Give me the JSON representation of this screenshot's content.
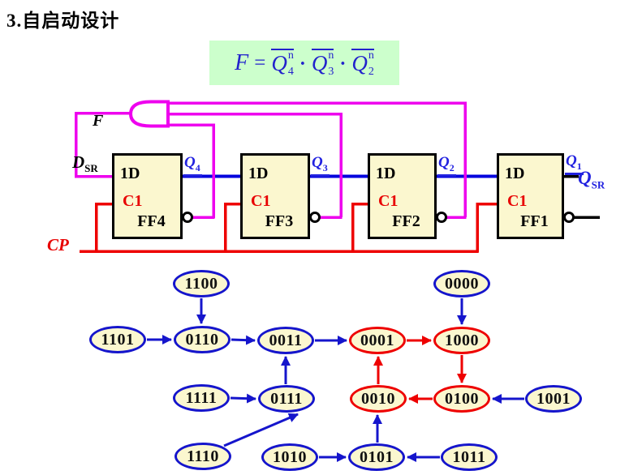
{
  "title": "3.自启动设计",
  "formula": {
    "lhs": "F",
    "equals": "=",
    "dot": "·",
    "terms": [
      {
        "base": "Q",
        "sup": "n",
        "sub": "4",
        "overline": true
      },
      {
        "base": "Q",
        "sup": "n",
        "sub": "3",
        "overline": true
      },
      {
        "base": "Q",
        "sup": "n",
        "sub": "2",
        "overline": true
      }
    ]
  },
  "circuit": {
    "and_gate_label": "F",
    "serial_input": {
      "base": "D",
      "sub": "SR"
    },
    "clock_label": "CP",
    "serial_output": {
      "base": "Q",
      "sub": "SR"
    },
    "flipflops": [
      {
        "name": "FF4",
        "d": "1D",
        "clk": "C1",
        "q": {
          "base": "Q",
          "sub": "4"
        }
      },
      {
        "name": "FF3",
        "d": "1D",
        "clk": "C1",
        "q": {
          "base": "Q",
          "sub": "3"
        }
      },
      {
        "name": "FF2",
        "d": "1D",
        "clk": "C1",
        "q": {
          "base": "Q",
          "sub": "2"
        }
      },
      {
        "name": "FF1",
        "d": "1D",
        "clk": "C1",
        "q": {
          "base": "Q",
          "sub": "1"
        }
      }
    ]
  },
  "state_diagram": {
    "states": [
      {
        "label": "1100",
        "ring": "blue"
      },
      {
        "label": "0000",
        "ring": "blue"
      },
      {
        "label": "1101",
        "ring": "blue"
      },
      {
        "label": "0110",
        "ring": "blue"
      },
      {
        "label": "0011",
        "ring": "blue"
      },
      {
        "label": "0001",
        "ring": "red"
      },
      {
        "label": "1000",
        "ring": "red"
      },
      {
        "label": "1111",
        "ring": "blue"
      },
      {
        "label": "0111",
        "ring": "blue"
      },
      {
        "label": "0010",
        "ring": "red"
      },
      {
        "label": "0100",
        "ring": "red"
      },
      {
        "label": "1001",
        "ring": "blue"
      },
      {
        "label": "1110",
        "ring": "blue"
      },
      {
        "label": "1010",
        "ring": "blue"
      },
      {
        "label": "0101",
        "ring": "blue"
      },
      {
        "label": "1011",
        "ring": "blue"
      }
    ],
    "transitions": [
      {
        "from": "1100",
        "to": "0110",
        "color": "blue"
      },
      {
        "from": "1101",
        "to": "0110",
        "color": "blue"
      },
      {
        "from": "0110",
        "to": "0011",
        "color": "blue"
      },
      {
        "from": "0011",
        "to": "0001",
        "color": "blue"
      },
      {
        "from": "0001",
        "to": "1000",
        "color": "red"
      },
      {
        "from": "0000",
        "to": "1000",
        "color": "blue"
      },
      {
        "from": "1000",
        "to": "0100",
        "color": "red"
      },
      {
        "from": "0100",
        "to": "0010",
        "color": "red"
      },
      {
        "from": "0010",
        "to": "0001",
        "color": "red"
      },
      {
        "from": "1001",
        "to": "0100",
        "color": "blue"
      },
      {
        "from": "1111",
        "to": "0111",
        "color": "blue"
      },
      {
        "from": "0111",
        "to": "0011",
        "color": "blue"
      },
      {
        "from": "1110",
        "to": "0111",
        "color": "blue"
      },
      {
        "from": "1010",
        "to": "0101",
        "color": "blue"
      },
      {
        "from": "1011",
        "to": "0101",
        "color": "blue"
      },
      {
        "from": "0101",
        "to": "0010",
        "color": "blue"
      }
    ]
  },
  "colors": {
    "wire_blue": "#0000DD",
    "wire_red": "#EE0000",
    "wire_magenta": "#EE00EE",
    "box_fill": "#FBF7CF",
    "formula_bg": "#CCFFCC",
    "formula_text": "#2222CC",
    "label_blue": "#2222E0"
  }
}
